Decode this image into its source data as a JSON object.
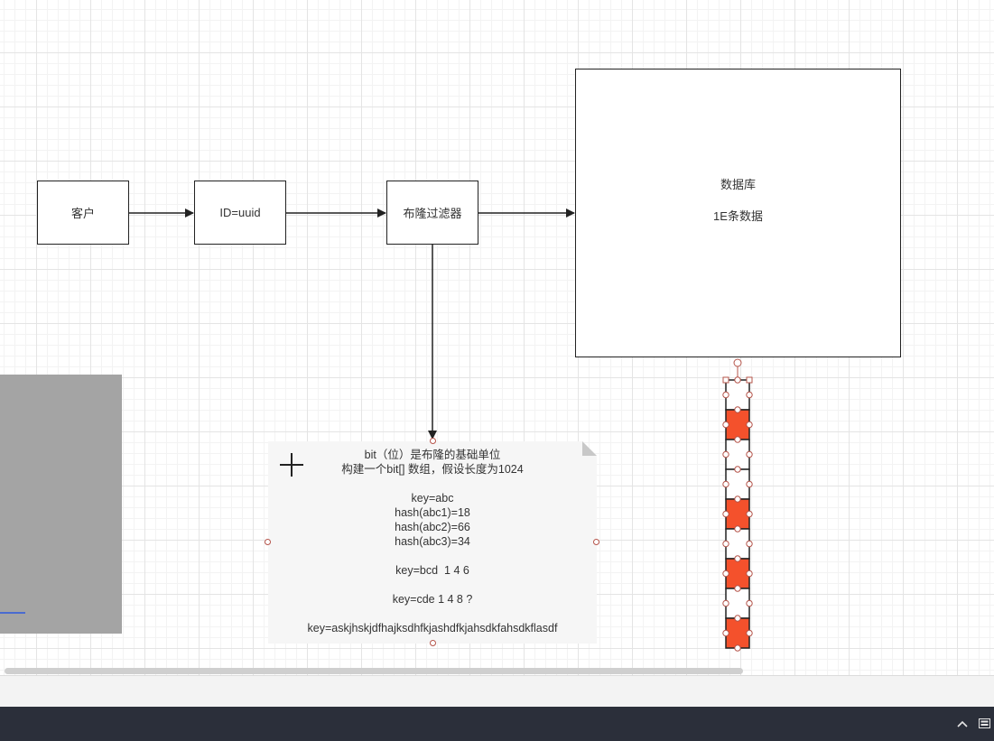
{
  "diagram": {
    "nodes": {
      "client": "客户",
      "id": "ID=uuid",
      "bloom_filter": "布隆过滤器",
      "database_title": "数据库",
      "database_subtitle": "1E条数据"
    },
    "note": {
      "lines": [
        "bit（位）是布隆的基础单位",
        "构建一个bit[] 数组，假设长度为1024",
        "",
        "key=abc",
        "hash(abc1)=18",
        "hash(abc2)=66",
        "hash(abc3)=34",
        "",
        "key=bcd  1 4 6",
        "",
        "key=cde 1 4 8 ?",
        "",
        "key=askjhskjdfhajksdhfkjashdfkjahsdkfahsdkflasdf"
      ]
    },
    "bit_array": {
      "cells": [
        0,
        1,
        0,
        0,
        1,
        0,
        1,
        0,
        1
      ],
      "set_color": "#f4512c",
      "empty_color": "#ffffff"
    }
  },
  "colors": {
    "stroke": "#222222",
    "handle": "#b5544a",
    "taskbar": "#2b2f3a"
  },
  "taskbar": {
    "icons": [
      "chevron-up-icon",
      "keyboard-icon"
    ]
  }
}
